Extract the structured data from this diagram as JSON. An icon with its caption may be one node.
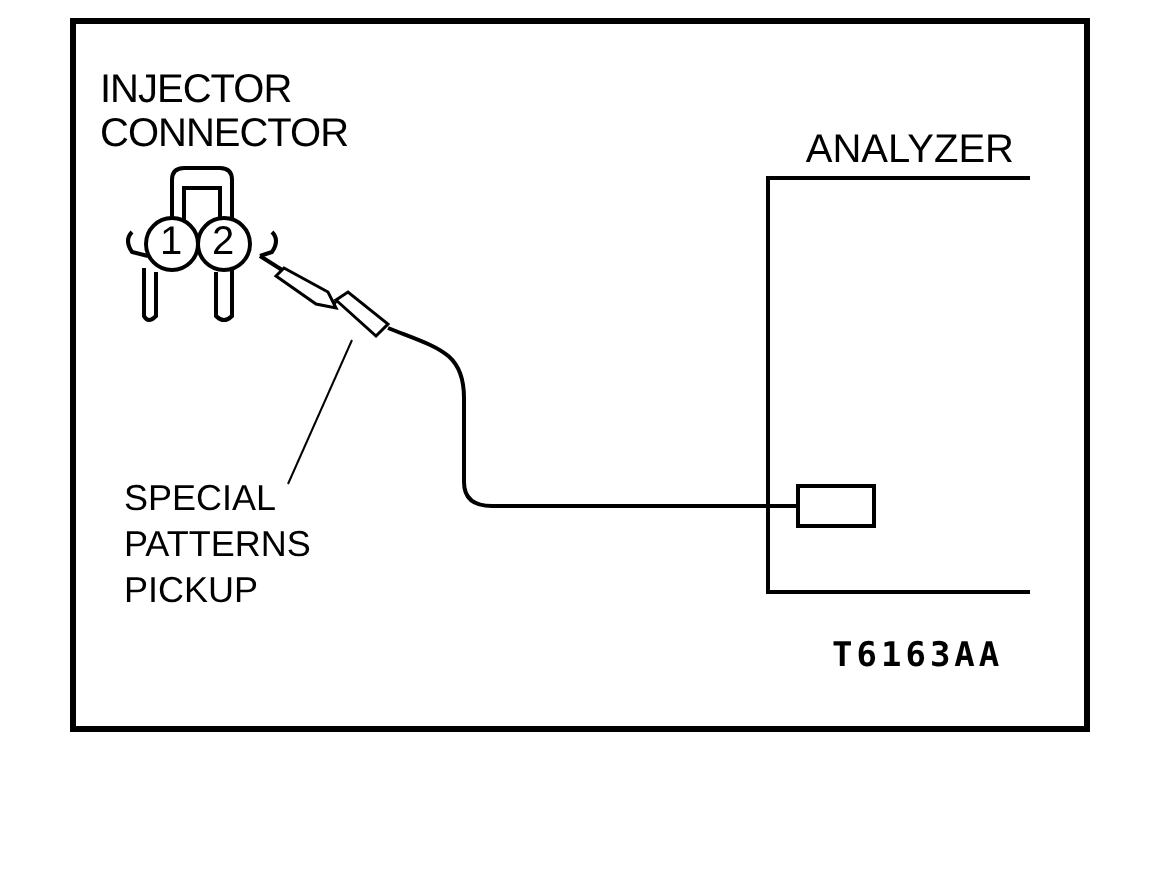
{
  "diagram": {
    "nodes": [
      {
        "text": [
          "INJECTOR CONNECTOR"
        ]
      },
      {
        "text": [
          "SPECIAL PATTERNS PICKUP"
        ]
      },
      {
        "text": [],
        "shape": "picture"
      },
      {
        "text": [
          "ANALYZER"
        ]
      },
      {
        "text": [],
        "shape": "box",
        "in": 3
      }
    ],
    "edges": [
      {
        "from": 1,
        "to": 2,
        "arrow": "none"
      },
      {
        "from": 2,
        "to": 4,
        "arrow": "none"
      }
    ],
    "labels": [
      "1",
      "2",
      "T6163AA"
    ]
  }
}
